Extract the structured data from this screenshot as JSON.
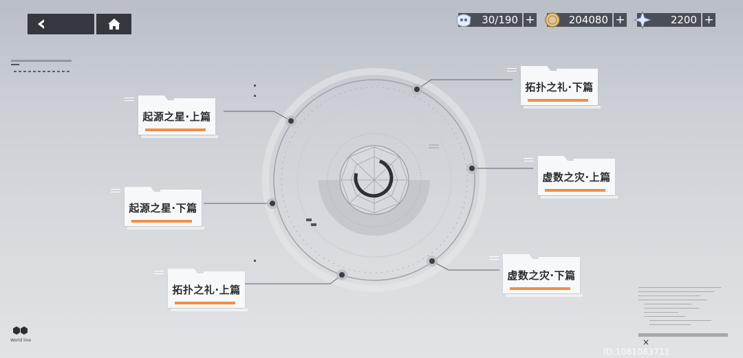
{
  "resources": [
    {
      "name": "stamina",
      "icon": "stamina-icon",
      "value": "30/190"
    },
    {
      "name": "coins",
      "icon": "coin-icon",
      "value": "204080"
    },
    {
      "name": "crystals",
      "icon": "crystal-icon",
      "value": "2200"
    }
  ],
  "chapters": [
    {
      "id": "origin-star-1",
      "title": "起源之星·上篇"
    },
    {
      "id": "origin-star-2",
      "title": "起源之星·下篇"
    },
    {
      "id": "topology-1",
      "title": "拓扑之礼·上篇"
    },
    {
      "id": "topology-2",
      "title": "拓扑之礼·下篇"
    },
    {
      "id": "imaginary-1",
      "title": "虚数之灾·上篇"
    },
    {
      "id": "imaginary-2",
      "title": "虚数之灾·下篇"
    }
  ],
  "world_line_label": "World line",
  "user_id": "ID:1081083711",
  "close_symbol": "×",
  "colors": {
    "accent": "#f08d47",
    "dark_button": "#34373d",
    "pill": "#4a4e56"
  }
}
